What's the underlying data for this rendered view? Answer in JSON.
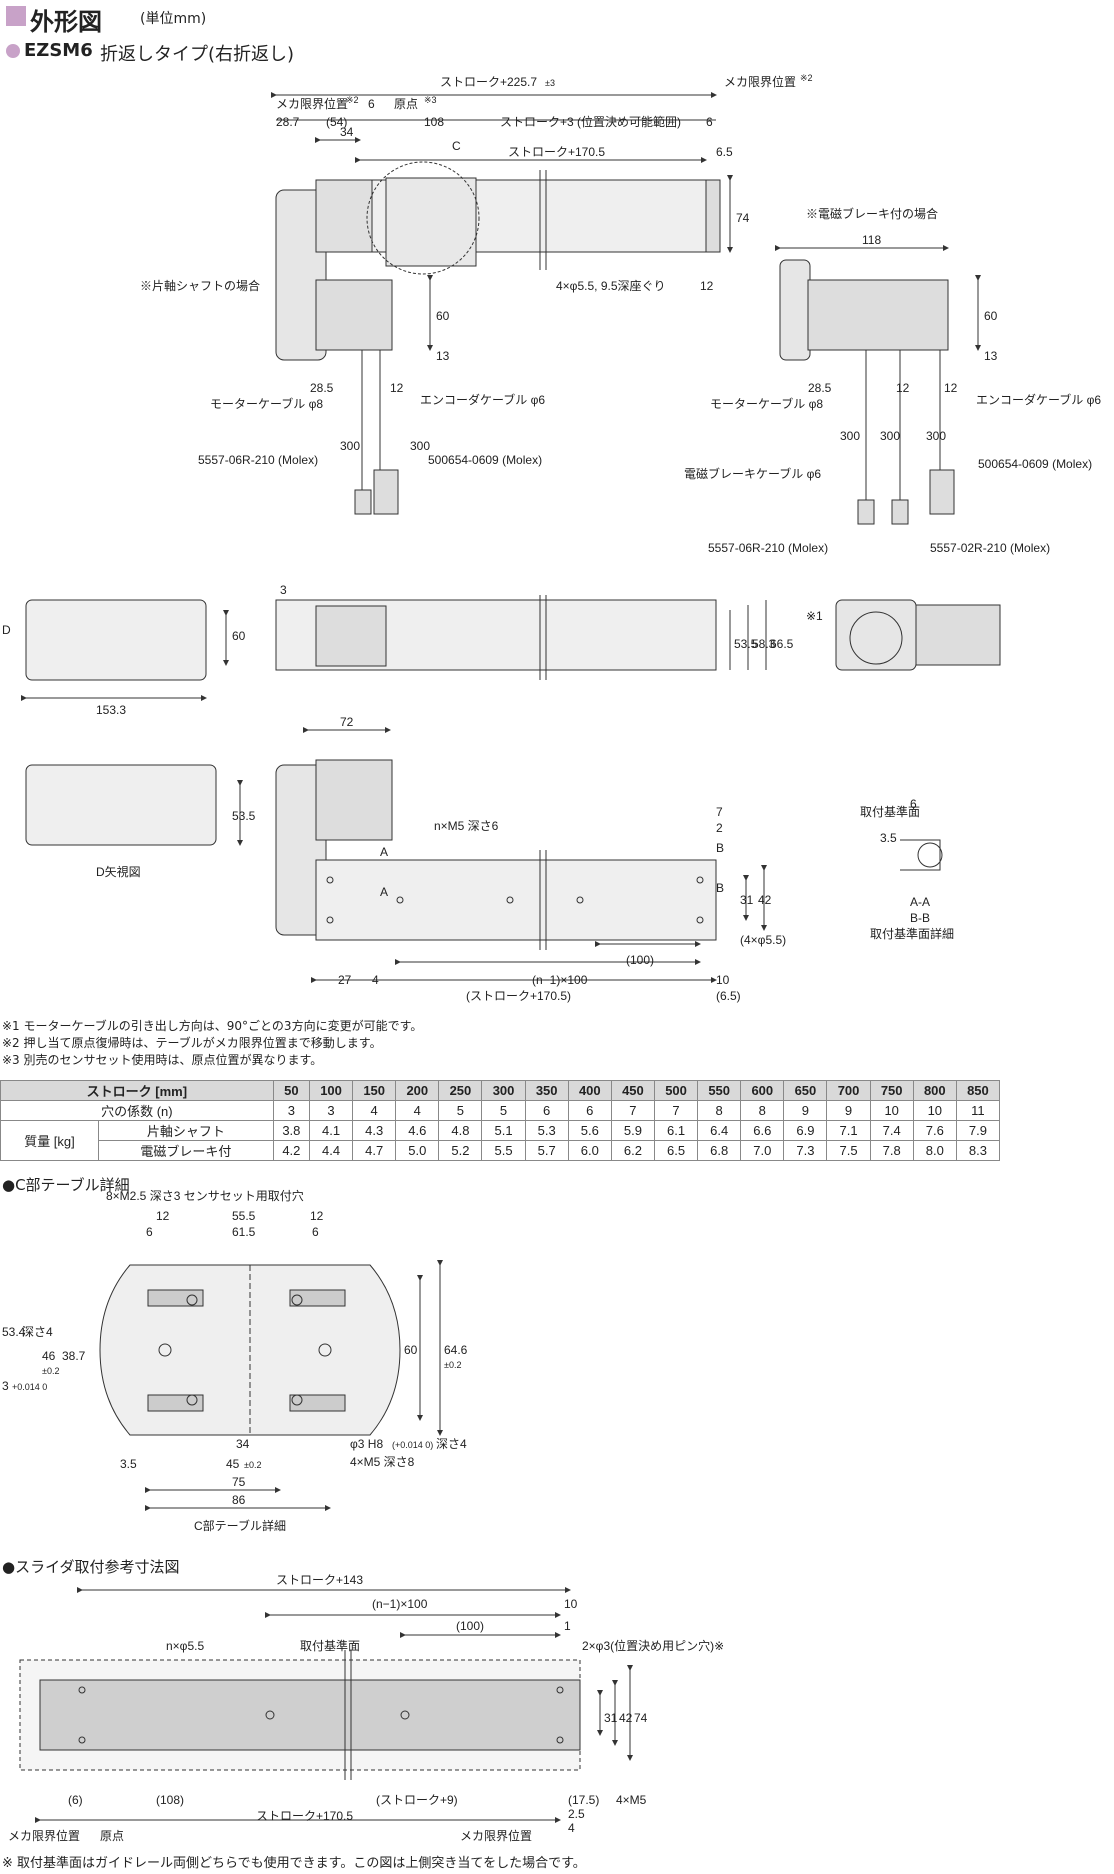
{
  "header": {
    "title": "外形図",
    "unit": "(単位mm)",
    "model": "EZSM6",
    "model_type": "折返しタイプ(右折返し)"
  },
  "top_view": {
    "stroke_total": "ストローク+225.7",
    "stroke_total_tol": "±3",
    "mech_limit_left": "メカ限界位置",
    "mech_limit_right": "メカ限界位置",
    "note2": "※2",
    "dim_28_7": "28.7",
    "dim_54": "(54)",
    "dim_6a": "6",
    "origin": "原点",
    "note3": "※3",
    "dim_108": "108",
    "stroke_plus3": "ストローク+3 (位置決め可能範囲)",
    "dim_6b": "6",
    "dim_34": "34",
    "label_c": "C",
    "stroke_170_5": "ストローク+170.5",
    "dim_6_5": "6.5",
    "dim_74": "74",
    "holes": "4×φ5.5, 9.5深座ぐり",
    "dim_12a": "12",
    "single_shaft": "※片軸シャフトの場合",
    "dim_60": "60",
    "dim_13": "13",
    "dim_28_5": "28.5",
    "dim_12b": "12",
    "motor_cable": "モーターケーブル φ8",
    "encoder_cable": "エンコーダケーブル φ6",
    "dim_300a": "300",
    "dim_300b": "300",
    "connector_1": "5557-06R-210 (Molex)",
    "connector_2": "500654-0609 (Molex)"
  },
  "brake_view": {
    "title": "※電磁ブレーキ付の場合",
    "dim_118": "118",
    "dim_60": "60",
    "dim_13": "13",
    "dim_28_5": "28.5",
    "dim_12a": "12",
    "dim_12b": "12",
    "motor_cable": "モーターケーブル φ8",
    "encoder_cable": "エンコーダケーブル φ6",
    "brake_cable": "電磁ブレーキケーブル φ6",
    "dim_300a": "300",
    "dim_300b": "300",
    "dim_300c": "300",
    "connector_1": "5557-06R-210 (Molex)",
    "connector_2": "5557-02R-210 (Molex)",
    "connector_3": "500654-0609 (Molex)"
  },
  "side_view": {
    "d_label": "D",
    "dim_60": "60",
    "dim_153_3": "153.3",
    "dim_3": "3",
    "dim_53_5": "53.5",
    "dim_58_3": "58.3",
    "dim_66_5": "66.5",
    "note1": "※1"
  },
  "front_view": {
    "dim_72": "72",
    "dim_53_5": "53.5",
    "d_view": "D矢視図",
    "tapped": "n×M5 深さ6",
    "label_a1": "A",
    "label_a2": "A",
    "label_b1": "B",
    "label_b2": "B",
    "dim_7": "7",
    "dim_2": "2",
    "dim_31": "31",
    "dim_42": "42",
    "holes": "(4×φ5.5)",
    "dim_100": "(100)",
    "dim_27": "27",
    "dim_4": "4",
    "dim_n100": "(n−1)×100",
    "dim_10": "10",
    "dim_stroke": "(ストローク+170.5)",
    "dim_6_5": "(6.5)"
  },
  "detail_ab": {
    "ref_face": "取付基準面",
    "dim_6": "6",
    "dim_3_5": "3.5",
    "label_aa": "A-A",
    "label_bb": "B-B",
    "caption": "取付基準面詳細"
  },
  "notes": [
    "※1 モーターケーブルの引き出し方向は、90°ごとの3方向に変更が可能です。",
    "※2 押し当て原点復帰時は、テーブルがメカ限界位置まで移動します。",
    "※3 別売のセンサセット使用時は、原点位置が異なります。"
  ],
  "spec_table": {
    "header_label": "ストローク [mm]",
    "strokes": [
      "50",
      "100",
      "150",
      "200",
      "250",
      "300",
      "350",
      "400",
      "450",
      "500",
      "550",
      "600",
      "650",
      "700",
      "750",
      "800",
      "850"
    ],
    "holes_label": "穴の係数 (n)",
    "holes": [
      "3",
      "3",
      "4",
      "4",
      "5",
      "5",
      "6",
      "6",
      "7",
      "7",
      "8",
      "8",
      "9",
      "9",
      "10",
      "10",
      "11"
    ],
    "mass_label": "質量 [kg]",
    "single_label": "片軸シャフト",
    "single": [
      "3.8",
      "4.1",
      "4.3",
      "4.6",
      "4.8",
      "5.1",
      "5.3",
      "5.6",
      "5.9",
      "6.1",
      "6.4",
      "6.6",
      "6.9",
      "7.1",
      "7.4",
      "7.6",
      "7.9"
    ],
    "brake_label": "電磁ブレーキ付",
    "brake": [
      "4.2",
      "4.4",
      "4.7",
      "5.0",
      "5.2",
      "5.5",
      "5.7",
      "6.0",
      "6.2",
      "6.5",
      "6.8",
      "7.0",
      "7.3",
      "7.5",
      "7.8",
      "8.0",
      "8.3"
    ]
  },
  "c_detail": {
    "section": "●C部テーブル詳細",
    "sensor_holes": "8×M2.5 深さ3 センサセット用取付穴",
    "dim_12a": "12",
    "dim_55_5": "55.5",
    "dim_12b": "12",
    "dim_6a": "6",
    "dim_61_5": "61.5",
    "dim_6b": "6",
    "dim_53_4": "53.4",
    "dim_depth4": "深さ4",
    "dim_46": "46",
    "dim_46_tol": "±0.2",
    "dim_38_7": "38.7",
    "dim_3": "3",
    "dim_3_tol": "+0.014 0",
    "dim_60": "60",
    "dim_64_6": "64.6",
    "dim_64_6_tol": "±0.2",
    "dim_34": "34",
    "dim_45": "45",
    "dim_45_tol": "±0.2",
    "dim_3_5": "3.5",
    "dim_75": "75",
    "dim_86": "86",
    "pin_hole": "φ3 H8",
    "pin_tol": "(+0.014 0)",
    "pin_depth": "深さ4",
    "m5": "4×M5 深さ8",
    "caption": "C部テーブル詳細"
  },
  "slider_detail": {
    "section": "●スライダ取付参考寸法図",
    "stroke_143": "ストローク+143",
    "n100": "(n−1)×100",
    "dim_10": "10",
    "dim_100": "(100)",
    "dim_1": "1",
    "nholes": "n×φ5.5",
    "ref_face": "取付基準面",
    "pin": "2×φ3(位置決め用ピン穴)※",
    "dim_31": "31",
    "dim_42": "42",
    "dim_74": "74",
    "dim_6": "(6)",
    "dim_108": "(108)",
    "stroke_9": "(ストローク+9)",
    "dim_17_5": "(17.5)",
    "m5": "4×M5",
    "dim_2_5": "2.5",
    "stroke_170_5": "ストローク+170.5",
    "dim_4": "4",
    "mech_limit_l": "メカ限界位置",
    "origin": "原点",
    "mech_limit_r": "メカ限界位置"
  },
  "footer": "※ 取付基準面はガイドレール両側どちらでも使用できます。この図は上側突き当てをした場合です。"
}
